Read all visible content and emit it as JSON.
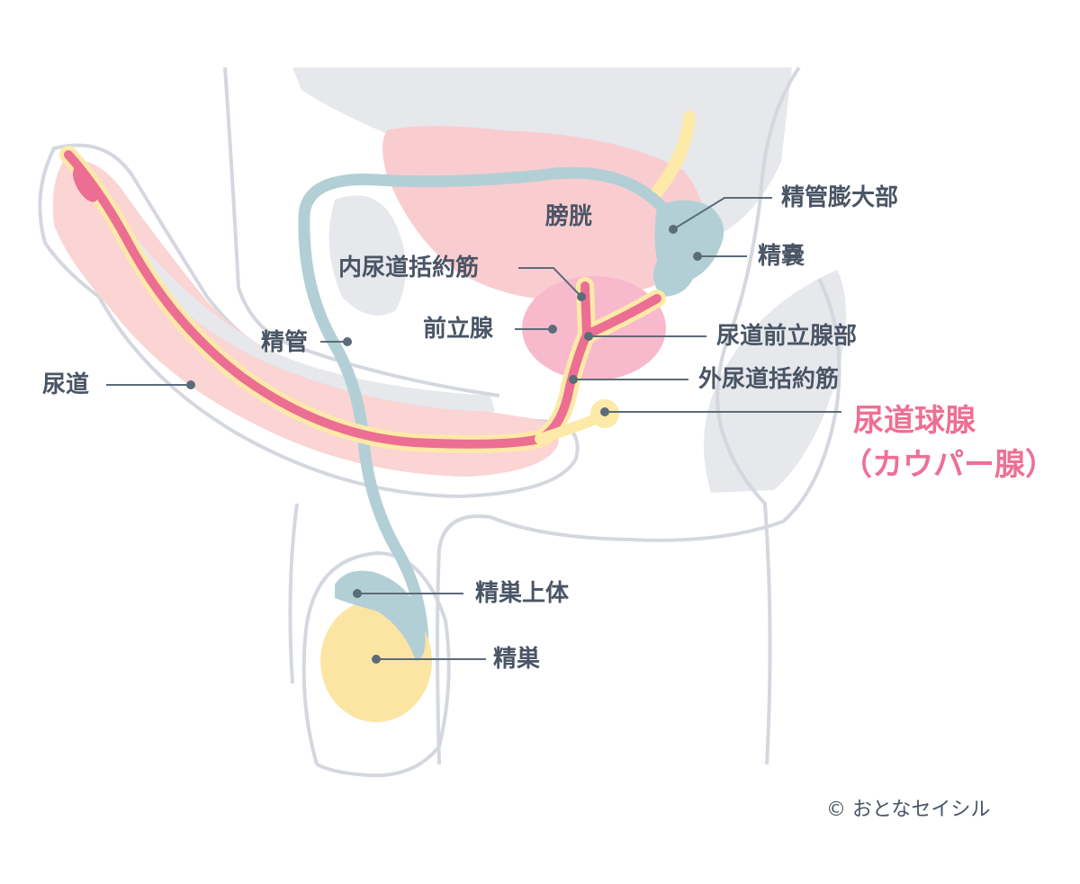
{
  "labels": {
    "seminal_vesicle_ampulla": "精管膨大部",
    "bladder": "膀胱",
    "seminal_vesicle": "精嚢",
    "internal_sphincter": "内尿道括約筋",
    "prostate": "前立腺",
    "prostatic_urethra": "尿道前立腺部",
    "vas_deferens": "精管",
    "external_sphincter": "外尿道括約筋",
    "urethra": "尿道",
    "epididymis": "精巣上体",
    "testis": "精巣"
  },
  "highlight": {
    "title": "尿道球腺",
    "subtitle": "（カウパー腺）",
    "color": "#ee6f95"
  },
  "copyright": "© おとなセイシル",
  "colors": {
    "outline": "#d4d8de",
    "bone": "#e6e8ec",
    "bladder": "#f9cdd0",
    "penis_tissue": "#fbd4d4",
    "urethra": "#ec6e92",
    "prostate": "#f8b9cc",
    "vas_deferens": "#b3cfd6",
    "testis": "#fce5a3",
    "gland": "#fde9a8",
    "label": "#4a5565",
    "leader": "#5c6b7a"
  }
}
